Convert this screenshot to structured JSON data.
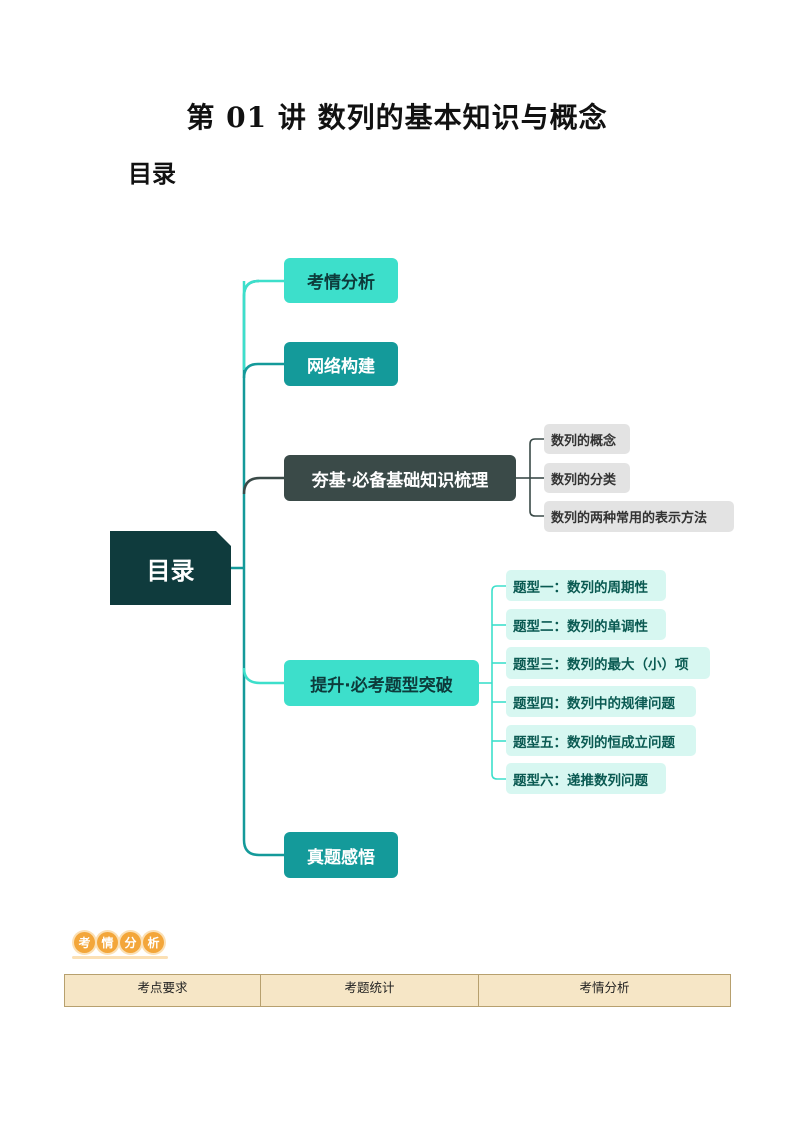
{
  "doc": {
    "title": "第 01 讲  数列的基本知识与概念",
    "toc_heading": "目录"
  },
  "mindmap": {
    "root": "目录",
    "nodes": [
      {
        "label": "考情分析"
      },
      {
        "label": "网络构建"
      },
      {
        "label": "夯基·必备基础知识梳理",
        "children": [
          "数列的概念",
          "数列的分类",
          "数列的两种常用的表示方法"
        ]
      },
      {
        "label": "提升·必考题型突破",
        "children": [
          "题型一：数列的周期性",
          "题型二：数列的单调性",
          "题型三：数列的最大（小）项",
          "题型四：数列中的规律问题",
          "题型五：数列的恒成立问题",
          "题型六：递推数列问题"
        ]
      },
      {
        "label": "真题感悟"
      }
    ]
  },
  "section_badge": {
    "chars": [
      "考",
      "情",
      "分",
      "析"
    ]
  },
  "exam_table": {
    "headers": [
      "考点要求",
      "考题统计",
      "考情分析"
    ]
  },
  "colors": {
    "root": "#0f3b3d",
    "light_teal": "#3ddfcb",
    "teal": "#149a9a",
    "dark": "#3a4a48",
    "badge": "#f3a63a",
    "table_header": "#f6e6c6"
  }
}
